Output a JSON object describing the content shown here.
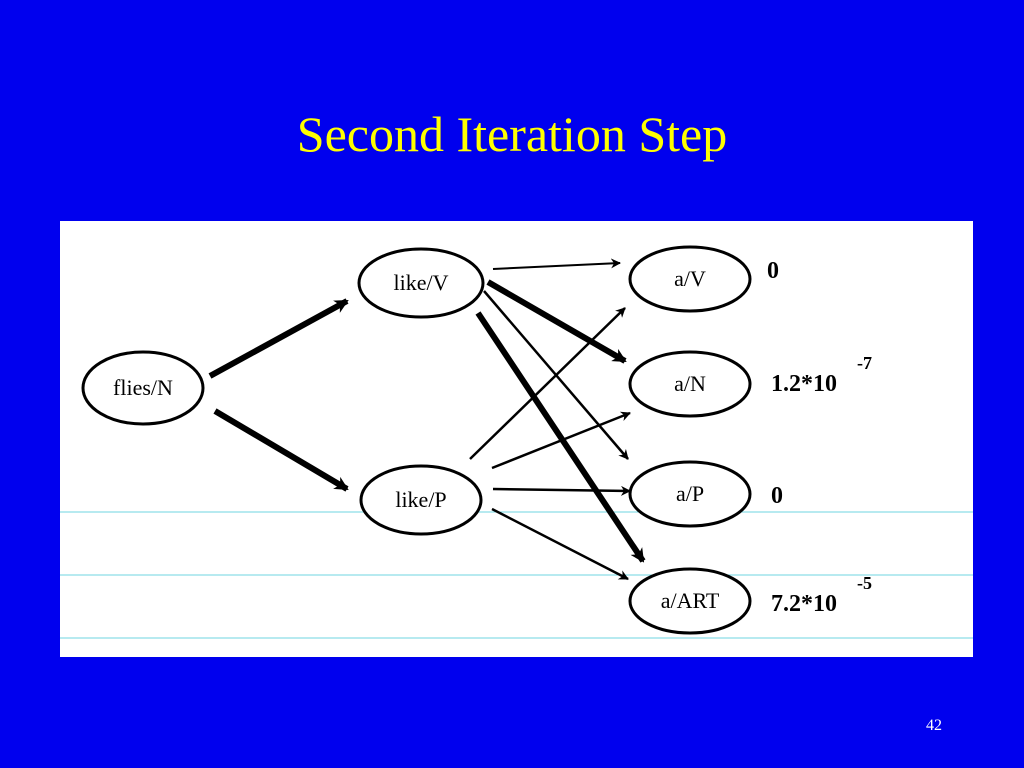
{
  "slide": {
    "title": "Second Iteration Step",
    "page_number": "42"
  },
  "diagram": {
    "nodes": {
      "flies_n": "flies/N",
      "like_v": "like/V",
      "like_p": "like/P",
      "a_v": "a/V",
      "a_n": "a/N",
      "a_p": "a/P",
      "a_art": "a/ART"
    },
    "probabilities": {
      "a_v": {
        "base": "0",
        "exp": ""
      },
      "a_n": {
        "base": "1.2*10",
        "exp": "-7"
      },
      "a_p": {
        "base": "0",
        "exp": ""
      },
      "a_art": {
        "base": "7.2*10",
        "exp": "-5"
      }
    },
    "colors": {
      "background": "#0000ee",
      "title": "#ffff00",
      "panel": "#ffffff",
      "rule_lines": "#6fd6e0"
    }
  }
}
